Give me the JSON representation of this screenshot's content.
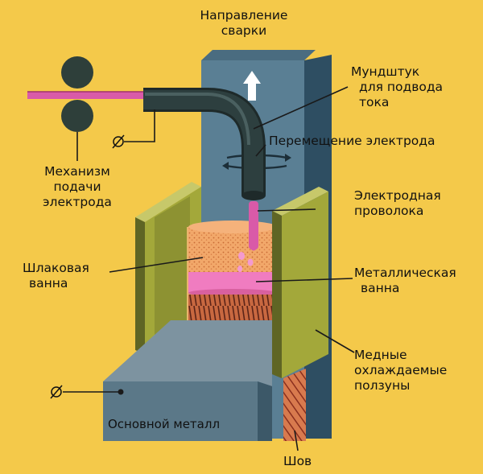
{
  "colors": {
    "background": "#f4c94a",
    "column_front": "#5a7f94",
    "column_side": "#2e4e62",
    "base_metal_top": "#7d93a0",
    "base_metal_front": "#5b7888",
    "slider_front": "#a3a83a",
    "slider_side": "#5f6524",
    "slag": "#f2a86a",
    "metal_pool": "#f07cc0",
    "electrode_wire": "#d95aa8",
    "nozzle": "#2d3f3f",
    "rollers": "#2e3f3a",
    "weld_seam": "#c8583a"
  },
  "icons": [
    "arrow-up-icon",
    "rotation-arrows-icon",
    "phase-symbol-icon"
  ],
  "labels": {
    "welding_direction": [
      "Направление",
      "сварки"
    ],
    "nozzle": [
      "Мундштук",
      "для подвода",
      "тока"
    ],
    "electrode_movement": "Перемещение электрода",
    "feed_mechanism": [
      "Механизм",
      "подачи",
      "электрода"
    ],
    "electrode_wire": [
      "Электродная",
      "проволока"
    ],
    "slag_bath": [
      "Шлаковая",
      "ванна"
    ],
    "metal_bath": [
      "Металлическая",
      "ванна"
    ],
    "copper_sliders": [
      "Медные",
      "охлаждаемые",
      "ползуны"
    ],
    "base_metal": "Основной металл",
    "weld_seam": "Шов",
    "phase_symbol": "Ø"
  }
}
